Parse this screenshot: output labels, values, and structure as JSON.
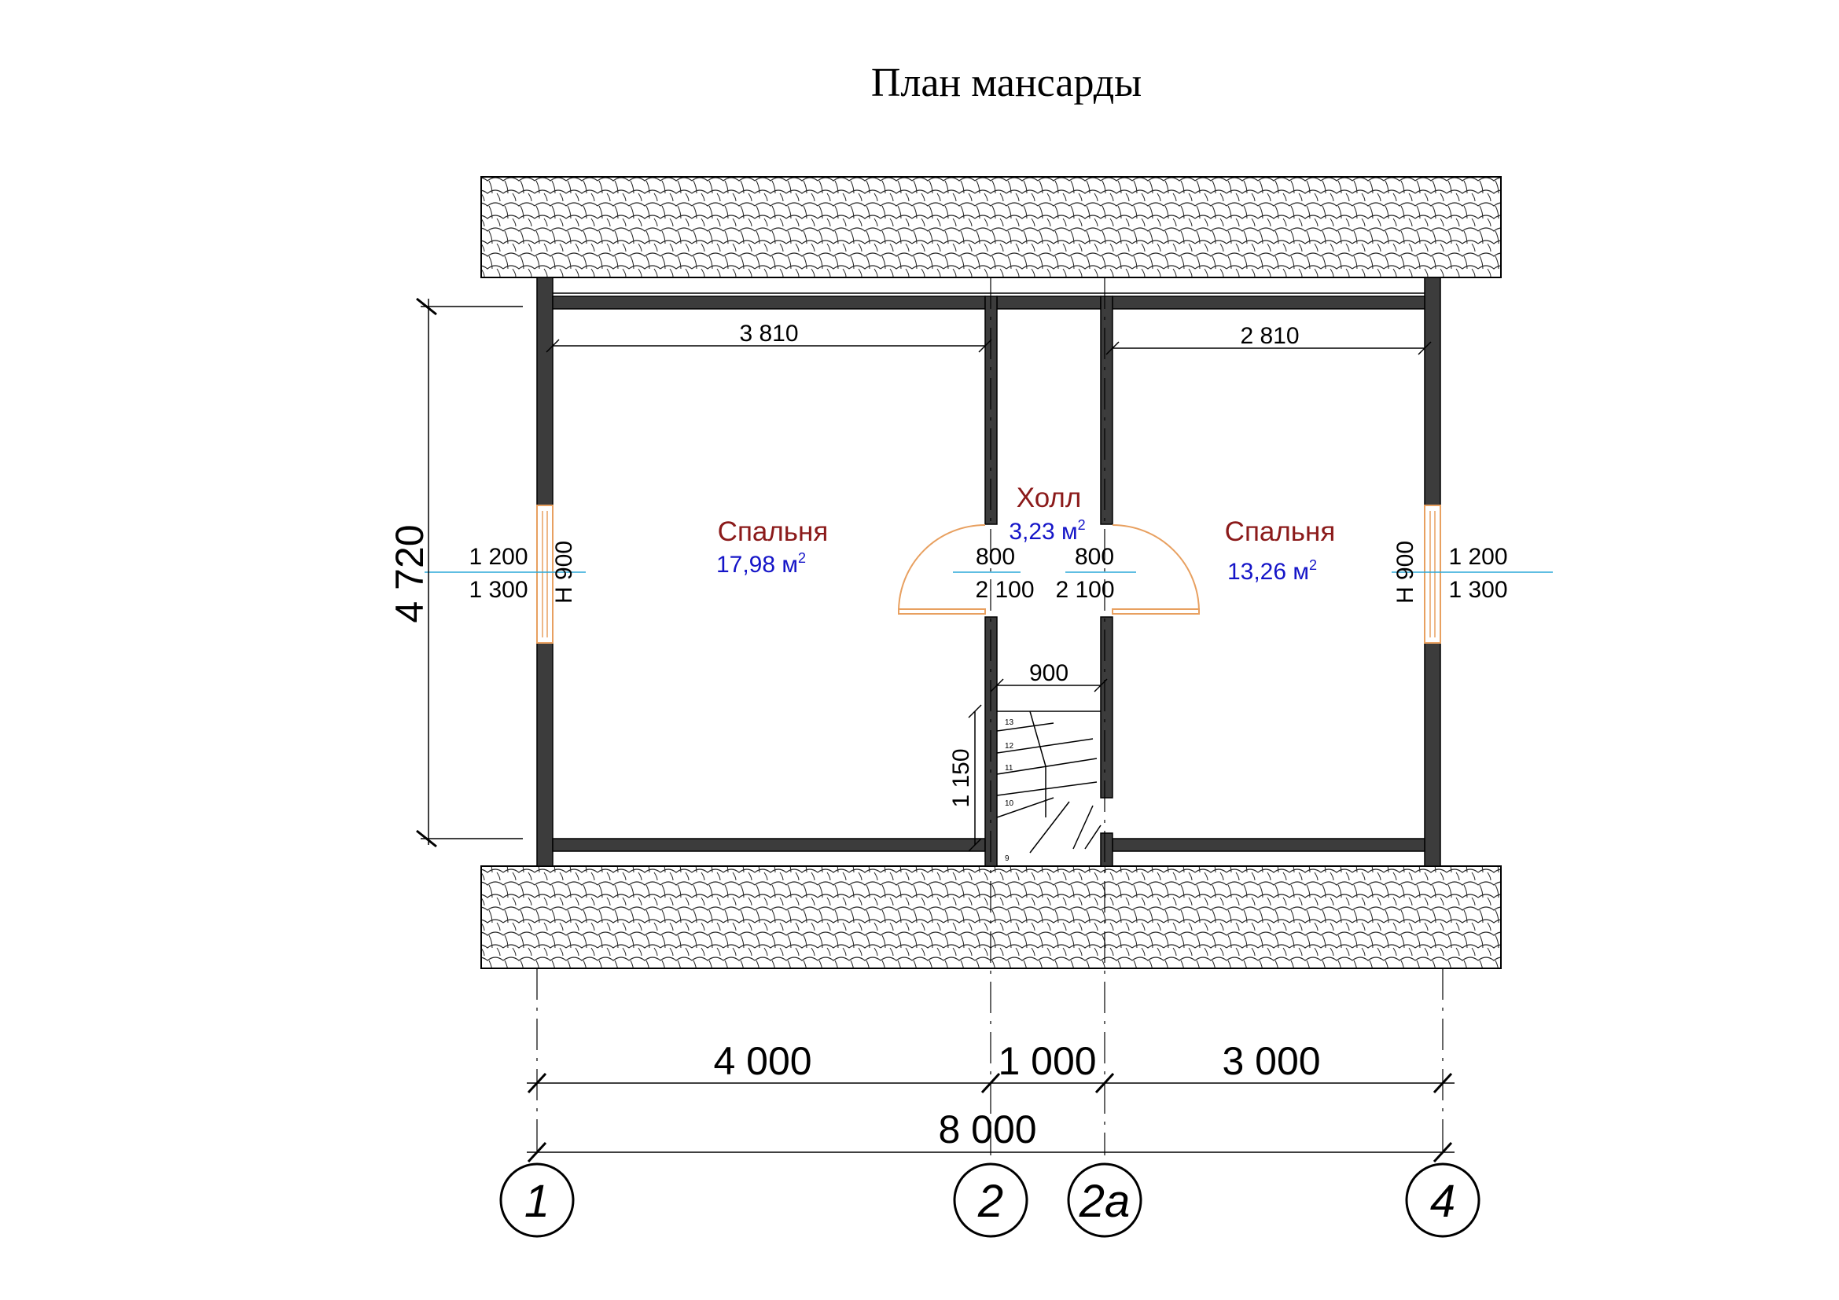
{
  "title": "План мансарды",
  "rooms": [
    {
      "name": "Спальня",
      "area": "17,98 м",
      "sup": "2"
    },
    {
      "name": "Холл",
      "area": "3,23 м",
      "sup": "2"
    },
    {
      "name": "Спальня",
      "area": "13,26 м",
      "sup": "2"
    }
  ],
  "inner_dims": {
    "left_width": "3 810",
    "right_width": "2 810",
    "stair_width": "900",
    "stair_length": "1 150"
  },
  "windows": {
    "left": {
      "width": "1 200",
      "sill": "1 300",
      "height": "Н 900"
    },
    "right": {
      "width": "1 200",
      "sill": "1 300",
      "height": "Н 900"
    }
  },
  "doors": {
    "left": {
      "width": "800",
      "height": "2 100"
    },
    "right": {
      "width": "800",
      "height": "2 100"
    }
  },
  "stair_steps": [
    "13",
    "12",
    "11",
    "10",
    "9"
  ],
  "overall_dims": {
    "depth": "4 720",
    "span_1": "4 000",
    "span_2": "1 000",
    "span_3": "3 000",
    "total": "8 000"
  },
  "axes": [
    "1",
    "2",
    "2а",
    "4"
  ]
}
